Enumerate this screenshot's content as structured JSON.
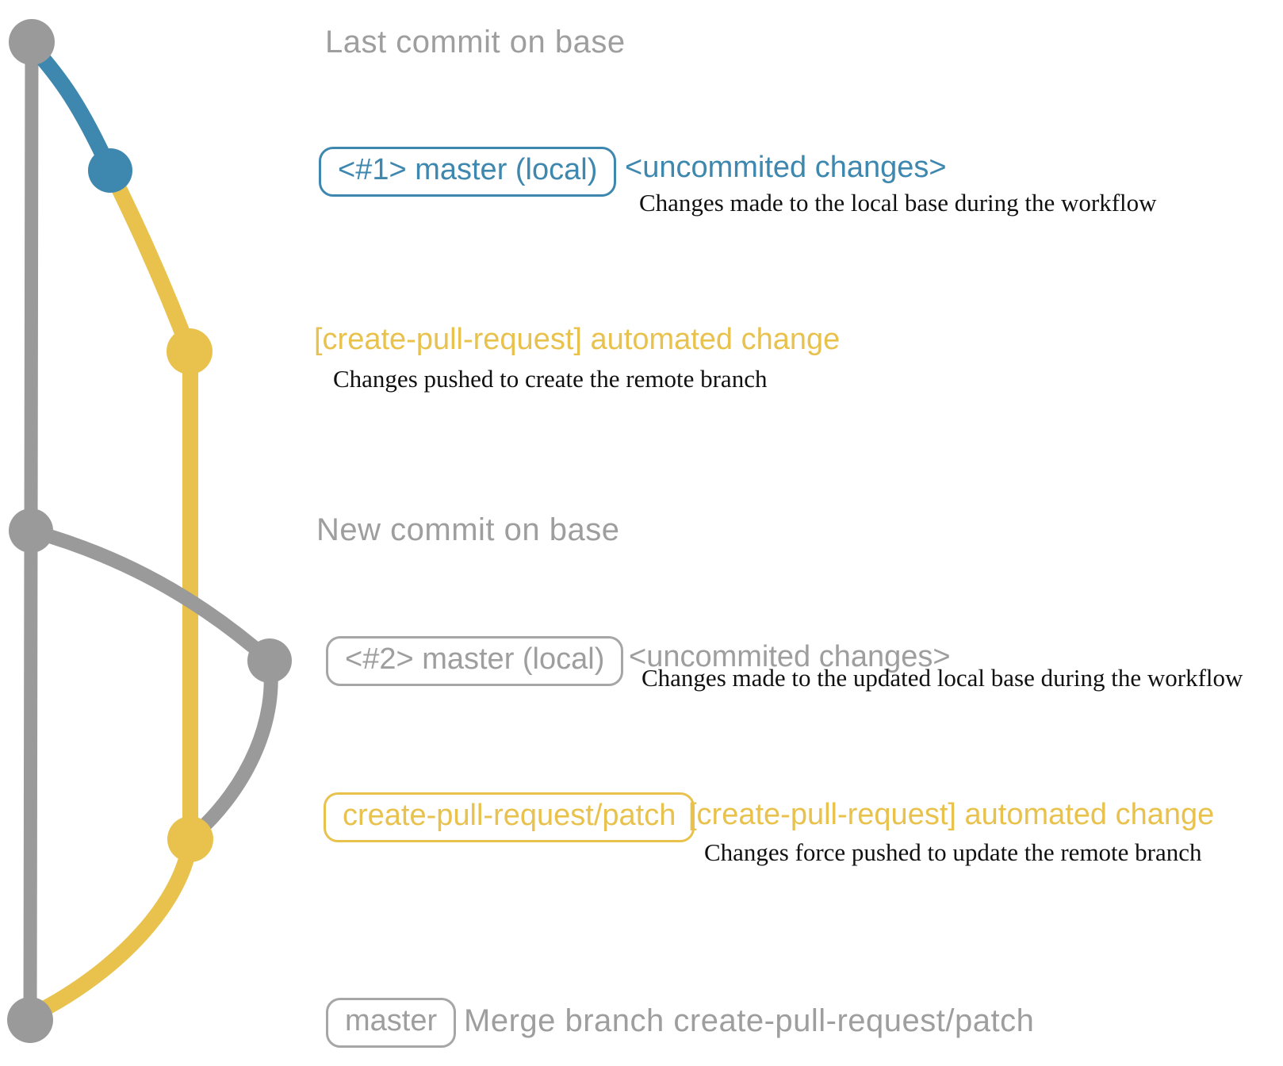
{
  "colors": {
    "base_gray": "#9a9a9a",
    "text_gray": "#9e9e9e",
    "branch_blue": "#3e87ae",
    "branch_yellow": "#e8c24d",
    "annotation_black": "#111111"
  },
  "annotations": {
    "last_commit_label": "Last commit on base",
    "new_commit_label": "New commit on base"
  },
  "row_local_1": {
    "badge": "<#1> master (local)",
    "title": "<uncommited changes>",
    "description": "Changes made to the local base during the workflow"
  },
  "row_push_1": {
    "title": "[create-pull-request] automated change",
    "description": "Changes pushed to create the remote branch"
  },
  "row_local_2": {
    "badge": "<#2> master (local)",
    "title": "<uncommited changes>",
    "description": "Changes made to the updated local base during the workflow"
  },
  "row_push_2": {
    "badge": "create-pull-request/patch",
    "title": "[create-pull-request] automated change",
    "description": "Changes force pushed to update the remote branch"
  },
  "row_merge": {
    "badge": "master",
    "title": "Merge branch create-pull-request/patch"
  }
}
